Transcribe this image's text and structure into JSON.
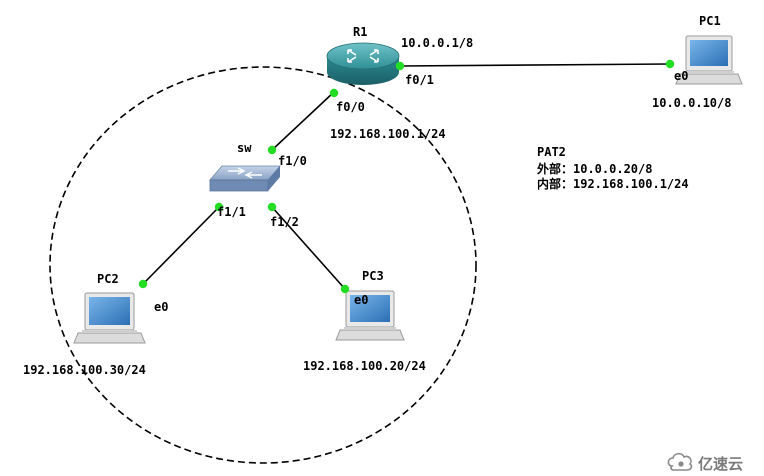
{
  "devices": {
    "r1": {
      "name": "R1",
      "ip": "10.0.0.1/8"
    },
    "pc1": {
      "name": "PC1",
      "port": "e0",
      "ip": "10.0.0.10/8"
    },
    "sw": {
      "name": "sw"
    },
    "pc2": {
      "name": "PC2",
      "port": "e0",
      "ip": "192.168.100.30/24"
    },
    "pc3": {
      "name": "PC3",
      "port": "e0",
      "ip": "192.168.100.20/24"
    }
  },
  "ports": {
    "r1_f0_1": "f0/1",
    "r1_f0_0": "f0/0",
    "r1_f0_0_ip": "192.168.100.1/24",
    "sw_f1_0": "f1/0",
    "sw_f1_1": "f1/1",
    "sw_f1_2": "f1/2"
  },
  "notes": {
    "title": "PAT2",
    "outside": "外部：10.0.0.20/8",
    "inside": "内部：192.168.100.1/24"
  },
  "watermark": {
    "text": "亿速云"
  },
  "colors": {
    "port": "#22dd22",
    "router": "#2f8f96",
    "pc_screen": "#3f86c8",
    "switch": "#8da6c8"
  }
}
